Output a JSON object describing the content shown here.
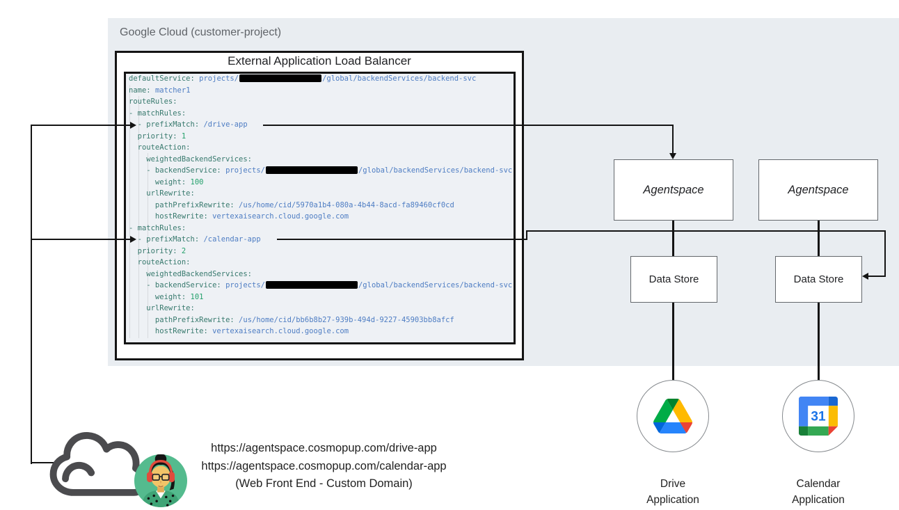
{
  "gcp": {
    "label": "Google Cloud (customer-project)"
  },
  "load_balancer": {
    "title": "External Application Load Balancer"
  },
  "code": {
    "lines": [
      [
        {
          "t": "defaultService: ",
          "c": "k"
        },
        {
          "t": "projects/",
          "c": "v"
        },
        {
          "redact": true,
          "w": 118
        },
        {
          "t": "/global/backendServices/backend-svc",
          "c": "v"
        }
      ],
      [
        {
          "t": "name: ",
          "c": "k"
        },
        {
          "t": "matcher1",
          "c": "v"
        }
      ],
      [
        {
          "t": "routeRules:",
          "c": "k"
        }
      ],
      [
        {
          "t": "- matchRules:",
          "c": "k"
        }
      ],
      [
        {
          "t": "  - prefixMatch: ",
          "c": "k"
        },
        {
          "t": "/drive-app",
          "c": "v"
        }
      ],
      [
        {
          "t": "  priority: ",
          "c": "k"
        },
        {
          "t": "1",
          "c": "n"
        }
      ],
      [
        {
          "t": "  routeAction:",
          "c": "k"
        }
      ],
      [
        {
          "t": "    weightedBackendServices:",
          "c": "k"
        }
      ],
      [
        {
          "t": "    - backendService: ",
          "c": "k"
        },
        {
          "t": "projects/",
          "c": "v"
        },
        {
          "redact": true,
          "w": 132
        },
        {
          "t": "/global/backendServices/backend-svc",
          "c": "v"
        }
      ],
      [
        {
          "t": "      weight: ",
          "c": "k"
        },
        {
          "t": "100",
          "c": "n"
        }
      ],
      [
        {
          "t": "    urlRewrite:",
          "c": "k"
        }
      ],
      [
        {
          "t": "      pathPrefixRewrite: ",
          "c": "k"
        },
        {
          "t": "/us/home/cid/5970a1b4-080a-4b44-8acd-fa89460cf0cd",
          "c": "v"
        }
      ],
      [
        {
          "t": "      hostRewrite: ",
          "c": "k"
        },
        {
          "t": "vertexaisearch.cloud.google.com",
          "c": "v"
        }
      ],
      [
        {
          "t": "- matchRules:",
          "c": "k"
        }
      ],
      [
        {
          "t": "  - prefixMatch: ",
          "c": "k"
        },
        {
          "t": "/calendar-app",
          "c": "v"
        }
      ],
      [
        {
          "t": "  priority: ",
          "c": "k"
        },
        {
          "t": "2",
          "c": "n"
        }
      ],
      [
        {
          "t": "  routeAction:",
          "c": "k"
        }
      ],
      [
        {
          "t": "    weightedBackendServices:",
          "c": "k"
        }
      ],
      [
        {
          "t": "    - backendService: ",
          "c": "k"
        },
        {
          "t": "projects/",
          "c": "v"
        },
        {
          "redact": true,
          "w": 132
        },
        {
          "t": "/global/backendServices/backend-svc",
          "c": "v"
        }
      ],
      [
        {
          "t": "      weight: ",
          "c": "k"
        },
        {
          "t": "101",
          "c": "n"
        }
      ],
      [
        {
          "t": "    urlRewrite:",
          "c": "k"
        }
      ],
      [
        {
          "t": "      pathPrefixRewrite: ",
          "c": "k"
        },
        {
          "t": "/us/home/cid/bb6b8b27-939b-494d-9227-45903bb8afcf",
          "c": "v"
        }
      ],
      [
        {
          "t": "      hostRewrite: ",
          "c": "k"
        },
        {
          "t": "vertexaisearch.cloud.google.com",
          "c": "v"
        }
      ]
    ]
  },
  "agentspace_left": {
    "label": "Agentspace"
  },
  "agentspace_right": {
    "label": "Agentspace"
  },
  "datastore_left": {
    "label": "Data Store"
  },
  "datastore_right": {
    "label": "Data Store"
  },
  "drive_app": {
    "line1": "Drive",
    "line2": "Application"
  },
  "calendar_app": {
    "line1": "Calendar",
    "line2": "Application"
  },
  "frontend": {
    "url_drive": "https://agentspace.cosmopup.com/drive-app",
    "url_calendar": "https://agentspace.cosmopup.com/calendar-app",
    "caption": "(Web Front End - Custom Domain)"
  },
  "icons": {
    "calendar_day": "31",
    "drive_icon": "google-drive-logo",
    "calendar_icon": "google-calendar-logo",
    "cloud_icon": "cloud-outline",
    "avatar_icon": "user-avatar-headphones"
  },
  "colors": {
    "container_bg": "#e9edf1",
    "code_bg": "#eef1f5",
    "code_key": "#37796d",
    "code_value": "#4e7dc3",
    "code_number": "#23a06b",
    "line_black": "#141414",
    "label_gray": "#5f6368",
    "drive_logo": [
      "#0066da",
      "#00ac47",
      "#ea4335",
      "#00832d",
      "#2684fc",
      "#ffba00"
    ],
    "calendar_logo": [
      "#4285f4",
      "#1967d2",
      "#fbbc04",
      "#34a853",
      "#188038",
      "#ea4335",
      "#1a73e8"
    ],
    "avatar_bg": "#54bb8e",
    "headphones_red": "#e14b3c",
    "cloud_gray": "#4b4b4e"
  }
}
